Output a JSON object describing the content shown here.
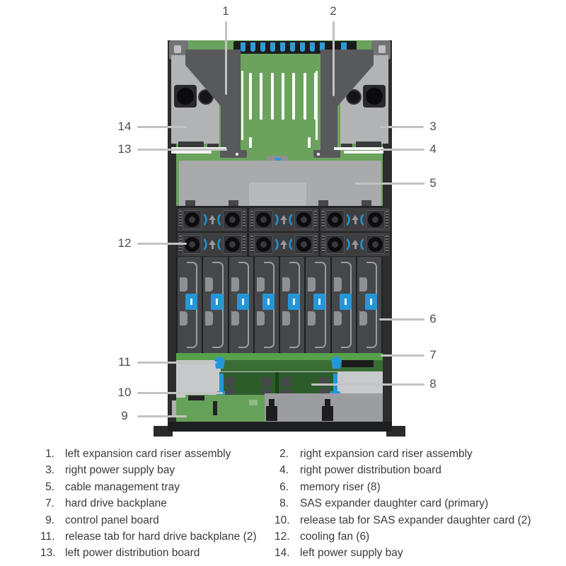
{
  "figure": {
    "type": "server-internal-top-view-diagram",
    "callouts": {
      "items": [
        {
          "n": "1",
          "num": "1.",
          "label": "left expansion card riser assembly"
        },
        {
          "n": "2",
          "num": "2.",
          "label": "right expansion card riser assembly"
        },
        {
          "n": "3",
          "num": "3.",
          "label": "right power supply bay"
        },
        {
          "n": "4",
          "num": "4.",
          "label": "right power distribution board"
        },
        {
          "n": "5",
          "num": "5.",
          "label": "cable management tray"
        },
        {
          "n": "6",
          "num": "6.",
          "label": "memory riser (8)"
        },
        {
          "n": "7",
          "num": "7.",
          "label": "hard drive backplane"
        },
        {
          "n": "8",
          "num": "8.",
          "label": "SAS expander daughter card (primary)"
        },
        {
          "n": "9",
          "num": "9.",
          "label": "control panel board"
        },
        {
          "n": "10",
          "num": "10.",
          "label": "release tab for SAS expander daughter card (2)"
        },
        {
          "n": "11",
          "num": "11.",
          "label": "release tab for hard drive backplane (2)"
        },
        {
          "n": "12",
          "num": "12.",
          "label": "cooling fan (6)"
        },
        {
          "n": "13",
          "num": "13.",
          "label": "left power distribution board"
        },
        {
          "n": "14",
          "num": "14.",
          "label": "left power supply bay"
        }
      ]
    },
    "diagram": {
      "pci_slot_count": 7,
      "top_connector_count": 9,
      "fan_rows": 2,
      "fan_modules_per_row": 3,
      "memory_riser_count": 8,
      "colors": {
        "board_green": "#6BA35D",
        "backplane_green": "#58A04C",
        "sas_card_green": "#2D5C2B",
        "accent_blue": "#2596D8",
        "chassis_dark": "#2D2D2F",
        "psu_gray": "#B2B3B5",
        "tray_gray": "#A8AAAC",
        "callout_line_gray": "#C3C3C3"
      }
    }
  }
}
